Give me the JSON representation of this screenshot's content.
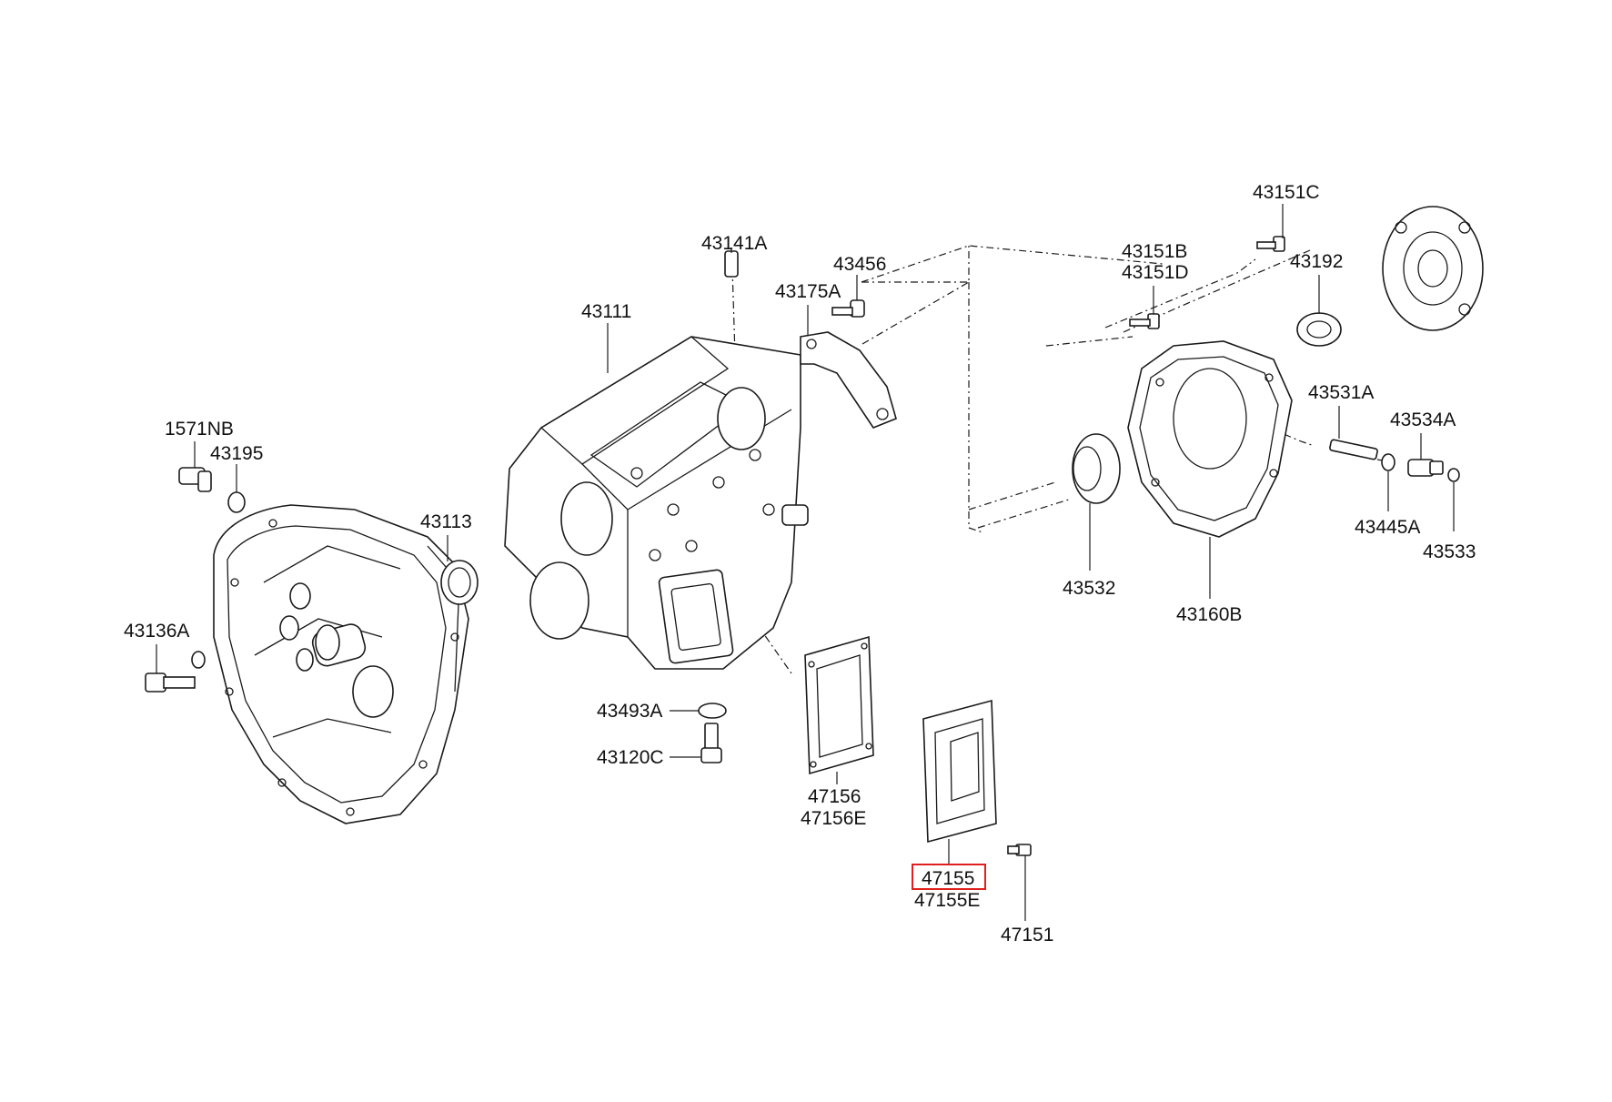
{
  "highlight_color": "#e0201e",
  "labels": {
    "l_43151C": "43151C",
    "l_43151B": "43151B",
    "l_43151D": "43151D",
    "l_43192": "43192",
    "l_43141A": "43141A",
    "l_43456": "43456",
    "l_43175A": "43175A",
    "l_43111": "43111",
    "l_1571NB": "1571NB",
    "l_43195": "43195",
    "l_43113": "43113",
    "l_43136A": "43136A",
    "l_43531A": "43531A",
    "l_43534A": "43534A",
    "l_43445A": "43445A",
    "l_43533": "43533",
    "l_43532": "43532",
    "l_43160B": "43160B",
    "l_43493A": "43493A",
    "l_43120C": "43120C",
    "l_47156": "47156",
    "l_47156E": "47156E",
    "l_47155": "47155",
    "l_47155E": "47155E",
    "l_47151": "47151"
  }
}
